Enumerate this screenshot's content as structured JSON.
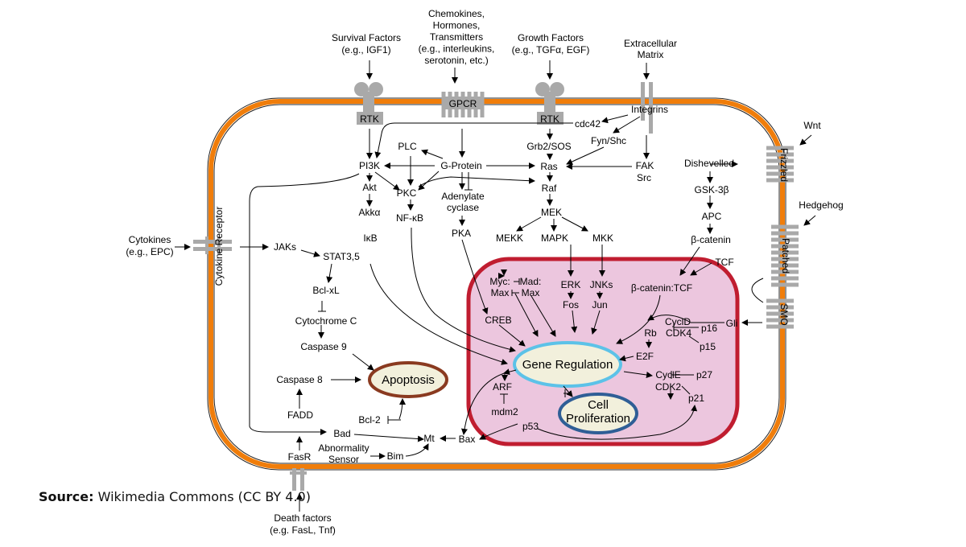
{
  "source": {
    "label": "Source:",
    "text": "Wikimedia Commons (CC BY 4.0)"
  },
  "colors": {
    "cell_membrane": "#f07d0a",
    "nucleus_fill": "#ecc6de",
    "nucleus_border": "#c01d30",
    "receptor": "#a9a9a9",
    "gene_regulation_border": "#5cc2e8",
    "apoptosis_border": "#8a3a20",
    "proliferation_border": "#2f5e96",
    "node_fill": "#f2f0dc"
  },
  "external": {
    "survival": [
      "Survival Factors",
      "(e.g., IGF1)"
    ],
    "chemokines": [
      "Chemokines,",
      "Hormones,",
      "Transmitters",
      "(e.g., interleukins,",
      "serotonin, etc.)"
    ],
    "growth": [
      "Growth Factors",
      "(e.g., TGFα, EGF)"
    ],
    "ecm": [
      "Extracellular",
      "Matrix"
    ],
    "wnt": "Wnt",
    "hedgehog": "Hedgehog",
    "cytokines": [
      "Cytokines",
      "(e.g., EPC)"
    ],
    "death": [
      "Death factors",
      "(e.g. FasL, Tnf)"
    ]
  },
  "receptors": {
    "rtk1": "RTK",
    "gpcr": "GPCR",
    "rtk2": "RTK",
    "integrins": "Integrins",
    "frizzled": "Frizzled",
    "patched": "Patched",
    "smo": "SMO",
    "cytokine_receptor": "Cytokine Receptor",
    "fasr": "FasR"
  },
  "nodes": {
    "cdc42": "cdc42",
    "fynshc": "Fyn/Shc",
    "pi3k": "PI3K",
    "akt": "Akt",
    "akka": "Akkα",
    "plc": "PLC",
    "gprotein": "G-Protein",
    "pkc": "PKC",
    "nfkb": "NF-κB",
    "ikb": "IκB",
    "adenylate": [
      "Adenylate",
      "cyclase"
    ],
    "pka": "PKA",
    "grb2": "Grb2/SOS",
    "ras": "Ras",
    "raf": "Raf",
    "mek": "MEK",
    "mekk": "MEKK",
    "mapk": "MAPK",
    "mkk": "MKK",
    "fak": "FAK",
    "src": "Src",
    "dishevelled": "Dishevelled",
    "gsk": "GSK-3β",
    "apc": "APC",
    "bcatenin": "β-catenin",
    "tcf": "TCF",
    "bcat_tcf": "β-catenin:TCF",
    "gli": "Gli",
    "jaks": "JAKs",
    "stat": "STAT3,5",
    "bclxl": "Bcl-xL",
    "cytc": "Cytochrome C",
    "casp9": "Caspase 9",
    "casp8": "Caspase 8",
    "fadd": "FADD",
    "bad": "Bad",
    "bcl2": "Bcl-2",
    "abnormality": [
      "Abnormality",
      "Sensor"
    ],
    "bim": "Bim",
    "mt": "Mt",
    "bax": "Bax",
    "myc": [
      "Myc:",
      "Max"
    ],
    "mad": [
      "Mad:",
      "Max"
    ],
    "erk": "ERK",
    "fos": "Fos",
    "jnks": "JNKs",
    "jun": "Jun",
    "creb": "CREB",
    "cycd": "CyclD",
    "cdk4": "CDK4",
    "rb": "Rb",
    "p16": "p16",
    "p15": "p15",
    "e2f": "E2F",
    "cyce": "CyclE",
    "cdk2": "CDK2",
    "p27": "p27",
    "p21": "p21",
    "arf": "ARF",
    "mdm2": "mdm2",
    "p53": "p53"
  },
  "outcomes": {
    "gene_regulation": "Gene Regulation",
    "apoptosis": "Apoptosis",
    "proliferation": [
      "Cell",
      "Proliferation"
    ]
  }
}
